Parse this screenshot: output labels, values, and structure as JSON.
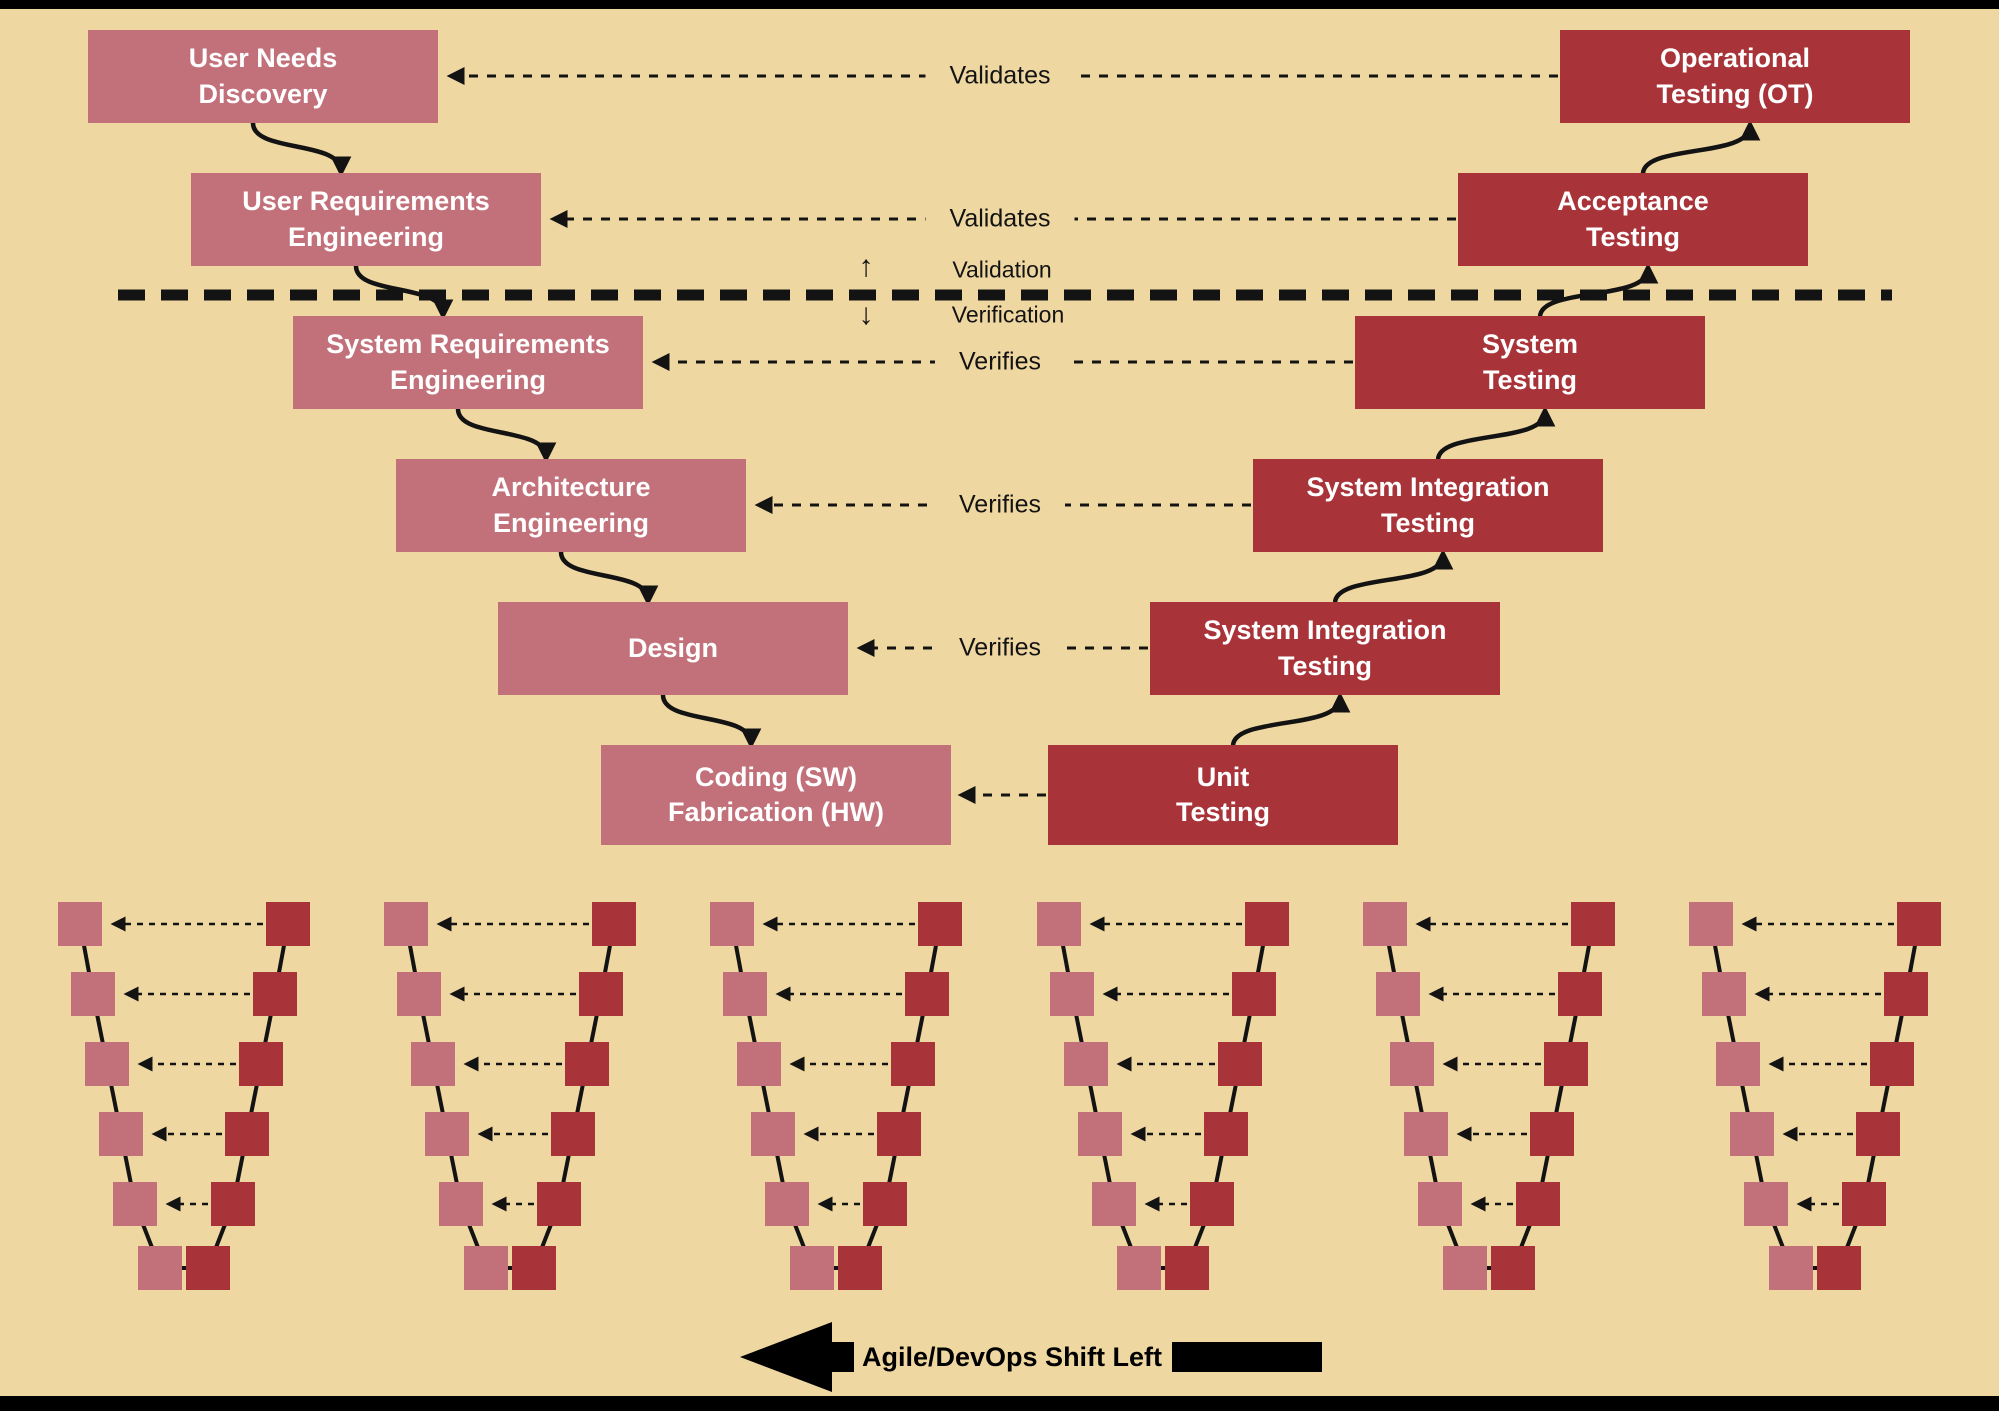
{
  "colors": {
    "background": "#efd7a1",
    "left_box": "#c2707a",
    "right_box": "#a8343a",
    "arrow": "#131313"
  },
  "v_model": {
    "left": [
      {
        "label": "User Needs\nDiscovery"
      },
      {
        "label": "User Requirements\nEngineering"
      },
      {
        "label": "System Requirements\nEngineering"
      },
      {
        "label": "Architecture\nEngineering"
      },
      {
        "label": "Design"
      },
      {
        "label": "Coding (SW)\nFabrication (HW)"
      }
    ],
    "right": [
      {
        "label": "Operational\nTesting (OT)"
      },
      {
        "label": "Acceptance\nTesting"
      },
      {
        "label": "System\nTesting"
      },
      {
        "label": "System Integration\nTesting"
      },
      {
        "label": "System Integration\nTesting"
      },
      {
        "label": "Unit\nTesting"
      }
    ],
    "relations": [
      "Validates",
      "Validates",
      "Verifies",
      "Verifies",
      "Verifies"
    ],
    "divider": {
      "above": "Validation",
      "below": "Verification",
      "up_arrow": "↑",
      "down_arrow": "↓"
    }
  },
  "mini_v": {
    "count": 6
  },
  "footer": {
    "label": "Agile/DevOps Shift Left"
  }
}
